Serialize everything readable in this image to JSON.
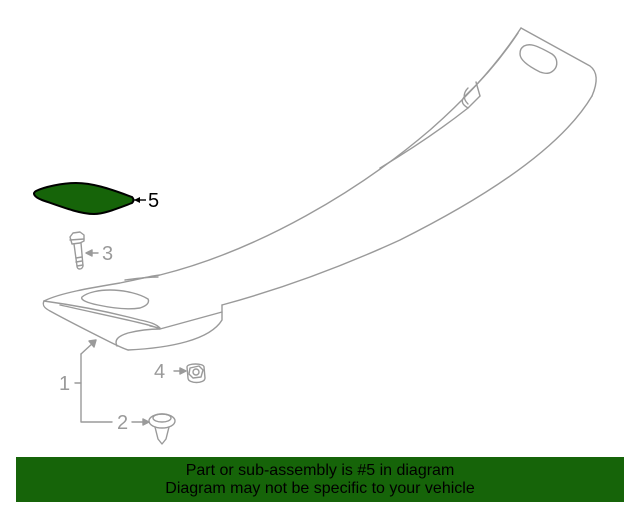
{
  "diagram": {
    "subject": "rear-spoiler-assembly",
    "highlight_color": "#166409",
    "line_color": "#9a9a9a",
    "callouts": [
      {
        "number": "1",
        "part": "spoiler-assembly",
        "highlighted": false
      },
      {
        "number": "2",
        "part": "push-clip",
        "highlighted": false
      },
      {
        "number": "3",
        "part": "bolt",
        "highlighted": false
      },
      {
        "number": "4",
        "part": "nut",
        "highlighted": false
      },
      {
        "number": "5",
        "part": "pad",
        "highlighted": true
      }
    ]
  },
  "banner": {
    "background": "#166409",
    "line1": "Part or sub-assembly is #5 in diagram",
    "line2": "Diagram may not be specific to your vehicle"
  }
}
